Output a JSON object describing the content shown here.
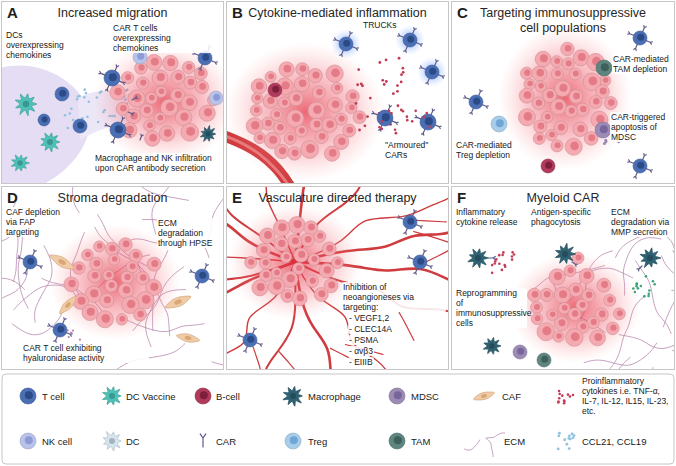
{
  "diagram": {
    "nodes": [
      {
        "text": [
          "A",
          "Increased migration"
        ]
      },
      {
        "text": [
          "B",
          "Cytokine-mediated inflammation"
        ]
      },
      {
        "text": [
          "C",
          "Targeting immunosuppressive cell populations"
        ]
      },
      {
        "text": [
          "D",
          "Stroma degradation"
        ]
      },
      {
        "text": [
          "E",
          "Vasculature directed therapy"
        ]
      },
      {
        "text": [
          "F",
          "Myeloid CAR"
        ]
      }
    ],
    "labels": [
      "CAR T cells overexpressing chemokines",
      "DCs overexpressing chemokines",
      "Macrophage and NK infiltration upon CAR antibody secretion",
      "TRUCKs",
      "\"Armoured\" CARs",
      "CAR-mediated TAM depletion",
      "CAR-mediated Treg depletion",
      "CAR-triggered apoptosis of MDSC",
      "CAF depletion via FAP targeting",
      "ECM degradation through HPSE",
      "CAR T cell exhibiting hyaluronidase activity",
      "Inhibition of neoangioneses via targeting:",
      "- VEGF1,2",
      "- CLEC14A",
      "- PSMA",
      "- αvβ3",
      "- EIIIB",
      "Inflammatory cytokine release",
      "Antigen-specific phagocytosis",
      "ECM degradation via MMP secretion",
      "Reprogramming of immunosuppressive cells"
    ],
    "legend": [
      {
        "text": "T cell"
      },
      {
        "text": "DC Vaccine"
      },
      {
        "text": "B-cell"
      },
      {
        "text": "Macrophage"
      },
      {
        "text": "MDSC"
      },
      {
        "text": "CAF"
      },
      {
        "text": "Proinflammatory cytokines i.e. TNF-α, IL-7, IL-12, IL15, IL-23, etc."
      },
      {
        "text": "NK cell"
      },
      {
        "text": "DC"
      },
      {
        "text": "CAR"
      },
      {
        "text": "Treg"
      },
      {
        "text": "TAM"
      },
      {
        "text": "ECM"
      },
      {
        "text": "CCL21, CCL19"
      }
    ]
  }
}
